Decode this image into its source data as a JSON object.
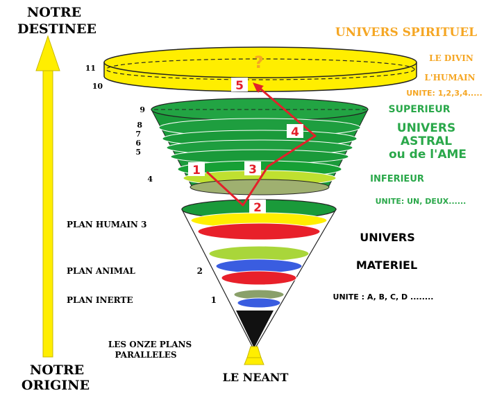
{
  "left_arrow": {
    "top_label_line1": "NOTRE",
    "top_label_line2": "DESTINEE",
    "bottom_label_line1": "NOTRE",
    "bottom_label_line2": "ORIGINE"
  },
  "spiritual": {
    "title": "UNIVERS SPIRITUEL",
    "divin": "LE DIVIN",
    "humain": "L'HUMAIN",
    "unite": "UNITE: 1,2,3,4.....",
    "question": "?",
    "plane_top": "11",
    "plane_bottom": "10"
  },
  "astral": {
    "superieur": "SUPERIEUR",
    "name_line1": "UNIVERS",
    "name_line2": "ASTRAL",
    "name_line3": "ou de l'AME",
    "inferieur": "INFERIEUR",
    "unite": "UNITE: UN, DEUX......",
    "plane_numbers": [
      "9",
      "8",
      "7",
      "6",
      "5",
      "4"
    ]
  },
  "material": {
    "name_line1": "UNIVERS",
    "name_line2": "MATERIEL",
    "unite": "UNITE : A, B, C, D ........",
    "plan_humain": "PLAN HUMAIN 3",
    "plan_animal": "PLAN ANIMAL",
    "plan_animal_num": "2",
    "plan_inerte": "PLAN INERTE",
    "plan_inerte_num": "1",
    "onze_line1": "LES ONZE PLANS",
    "onze_line2": "PARALLELES",
    "neant": "LE NEANT"
  },
  "path_steps": [
    "1",
    "2",
    "3",
    "4",
    "5"
  ],
  "colors": {
    "yellow": "#ffee00",
    "green": "#1a9a3a",
    "red": "#e8202a",
    "blue": "#3a5de0",
    "orange": "#f5a623",
    "astral_text": "#2aa84a",
    "arrow_red": "#e3202a"
  }
}
